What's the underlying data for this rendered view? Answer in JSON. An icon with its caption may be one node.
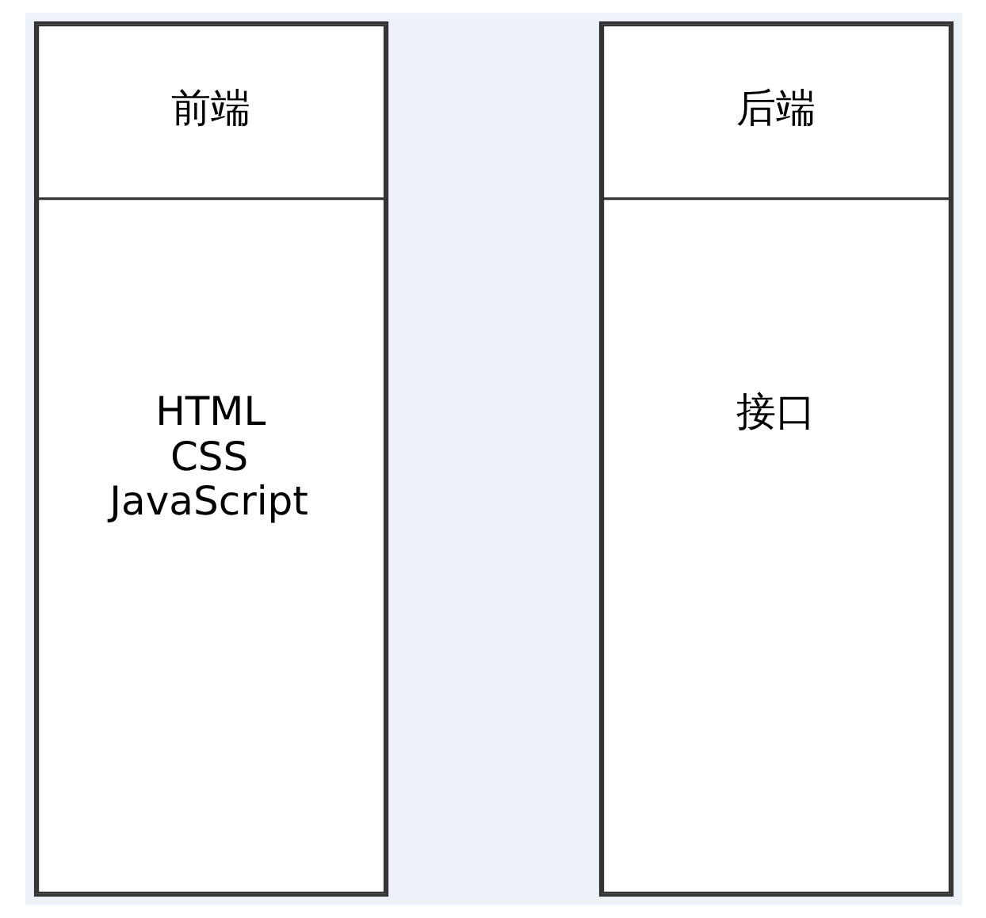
{
  "diagram": {
    "nodes": [
      {
        "text": [
          "前端",
          "HTML CSS JavaScript"
        ]
      },
      {
        "text": [
          "后端",
          "接口"
        ]
      }
    ]
  }
}
